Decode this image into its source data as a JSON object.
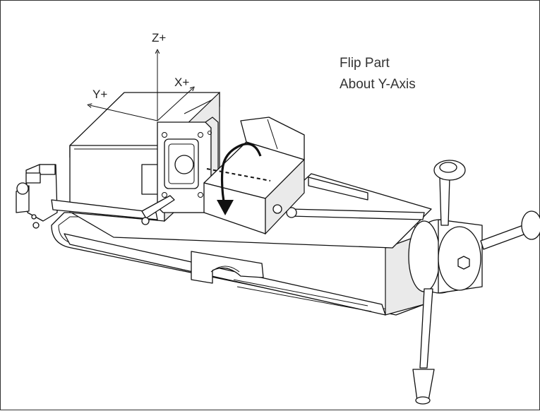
{
  "diagram": {
    "axes": {
      "z": "Z+",
      "x": "X+",
      "y": "Y+"
    },
    "note": {
      "line1": "Flip Part",
      "line2": "About Y-Axis"
    }
  }
}
